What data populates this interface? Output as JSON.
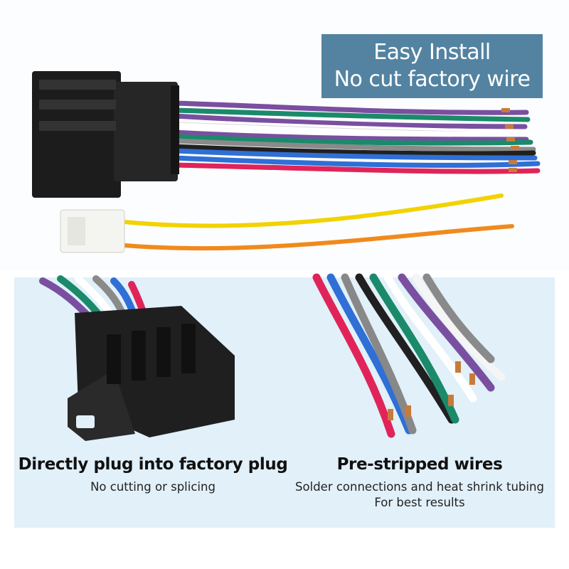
{
  "banner": {
    "line1": "Easy Install",
    "line2": "No cut factory wire"
  },
  "left_caption": {
    "title": "Directly plug into factory plug",
    "subtitle": "No cutting or splicing"
  },
  "right_caption": {
    "title": "Pre-stripped wires",
    "subtitle_line1": "Solder connections and heat shrink tubing",
    "subtitle_line2": "For best results"
  },
  "colors": {
    "banner": "#5383a1",
    "panel": "#e1f0f9",
    "connector": "#1c1c1c",
    "wire_purple": "#7a4fa0",
    "wire_green": "#1a8a6a",
    "wire_white": "#f2f2f2",
    "wire_gray": "#8a8a8a",
    "wire_black": "#202020",
    "wire_blue": "#2f6fd6",
    "wire_red": "#e0245a",
    "wire_yellow": "#f2d200",
    "wire_orange": "#f08a1c",
    "copper": "#c87a3a"
  }
}
